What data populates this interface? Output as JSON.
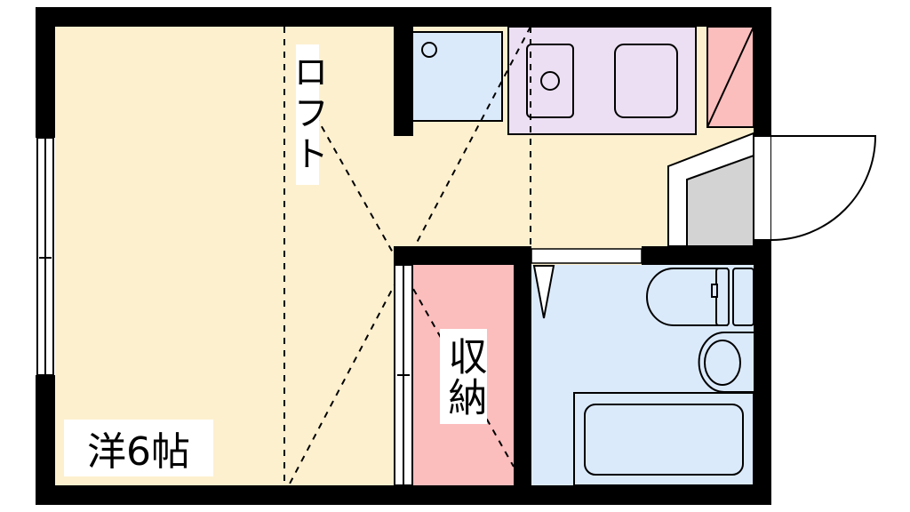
{
  "rooms": {
    "western_room": {
      "label": "洋6帖",
      "color": "#fdf0cf"
    },
    "loft": {
      "label": "ロフト"
    },
    "storage": {
      "label": "収納",
      "color": "#fcbdbd"
    },
    "bathroom": {
      "color": "#dbeafb"
    },
    "kitchen": {
      "color": "#ecdff3"
    },
    "shoe_box": {
      "color": "#d3d3d3"
    }
  },
  "colors": {
    "wall": "#000000"
  }
}
